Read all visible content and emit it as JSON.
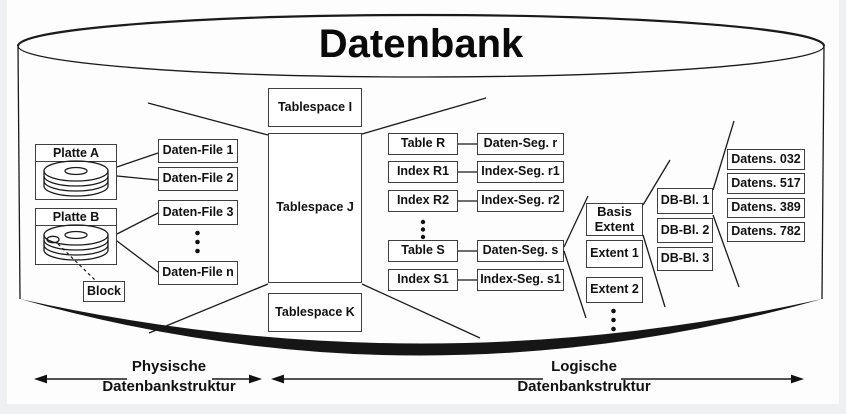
{
  "title": "Datenbank",
  "physical": {
    "disks": [
      {
        "label": "Platte A"
      },
      {
        "label": "Platte B"
      }
    ],
    "block_label": "Block",
    "data_files": [
      "Daten-File 1",
      "Daten-File 2",
      "Daten-File 3",
      "Daten-File n"
    ]
  },
  "tablespaces": [
    "Tablespace I",
    "Tablespace J",
    "Tablespace K"
  ],
  "schema_objects": [
    {
      "object": "Table R",
      "segment": "Daten-Seg. r"
    },
    {
      "object": "Index R1",
      "segment": "Index-Seg. r1"
    },
    {
      "object": "Index R2",
      "segment": "Index-Seg. r2"
    },
    {
      "object": "Table S",
      "segment": "Daten-Seg. s"
    },
    {
      "object": "Index S1",
      "segment": "Index-Seg. s1"
    }
  ],
  "extents": [
    "Basis Extent",
    "Extent 1",
    "Extent 2"
  ],
  "db_blocks": [
    "DB-Bl. 1",
    "DB-Bl. 2",
    "DB-Bl. 3"
  ],
  "records": [
    "Datens. 032",
    "Datens. 517",
    "Datens. 389",
    "Datens. 782"
  ],
  "legend": {
    "physical": {
      "line1": "Physische",
      "line2": "Datenbankstruktur"
    },
    "logical": {
      "line1": "Logische",
      "line2": "Datenbankstruktur"
    }
  },
  "colors": {
    "ink": "#1a1a1a",
    "box_border": "#3f3f3f",
    "box_bg": "#ffffff"
  }
}
